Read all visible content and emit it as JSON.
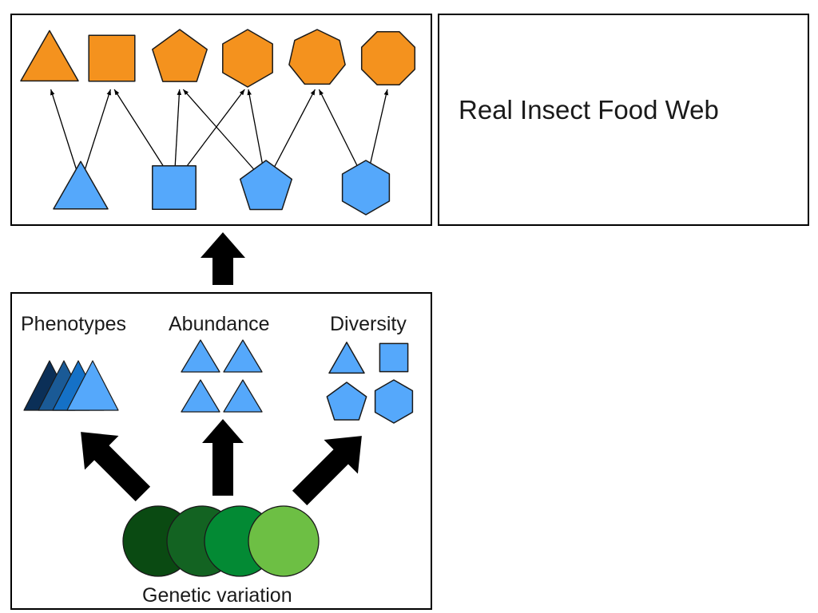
{
  "colors": {
    "consumer": "#f4921e",
    "resource": "#55a8fb",
    "phenotype_shades": [
      "#0b2f57",
      "#1a5a96",
      "#1571c7",
      "#55a8fb"
    ],
    "genotype_shades": [
      "#0a4a12",
      "#136322",
      "#038a34",
      "#6dbf44"
    ],
    "outline": "#1a1a1a"
  },
  "food_web_panel": {
    "consumers": [
      {
        "name": "triangle",
        "sides": 3
      },
      {
        "name": "square",
        "sides": 4
      },
      {
        "name": "pentagon",
        "sides": 5
      },
      {
        "name": "hexagon",
        "sides": 6
      },
      {
        "name": "heptagon",
        "sides": 7
      },
      {
        "name": "octagon",
        "sides": 8
      }
    ],
    "resources": [
      {
        "name": "triangle",
        "sides": 3
      },
      {
        "name": "square",
        "sides": 4
      },
      {
        "name": "pentagon",
        "sides": 5
      },
      {
        "name": "hexagon",
        "sides": 6
      }
    ],
    "links": [
      {
        "resource": "triangle",
        "consumer": "triangle"
      },
      {
        "resource": "triangle",
        "consumer": "square"
      },
      {
        "resource": "square",
        "consumer": "square"
      },
      {
        "resource": "square",
        "consumer": "pentagon"
      },
      {
        "resource": "square",
        "consumer": "hexagon"
      },
      {
        "resource": "pentagon",
        "consumer": "pentagon"
      },
      {
        "resource": "pentagon",
        "consumer": "hexagon"
      },
      {
        "resource": "pentagon",
        "consumer": "heptagon"
      },
      {
        "resource": "hexagon",
        "consumer": "heptagon"
      },
      {
        "resource": "hexagon",
        "consumer": "octagon"
      }
    ]
  },
  "right_panel": {
    "title": "Real Insect Food Web"
  },
  "genetic_panel": {
    "phenotypes_label": "Phenotypes",
    "abundance_label": "Abundance",
    "diversity_label": "Diversity",
    "genetic_variation_label": "Genetic variation",
    "phenotype_count": 4,
    "abundance_count": 4,
    "diversity_shapes": [
      "triangle",
      "square",
      "pentagon",
      "hexagon"
    ],
    "genotype_count": 4
  }
}
